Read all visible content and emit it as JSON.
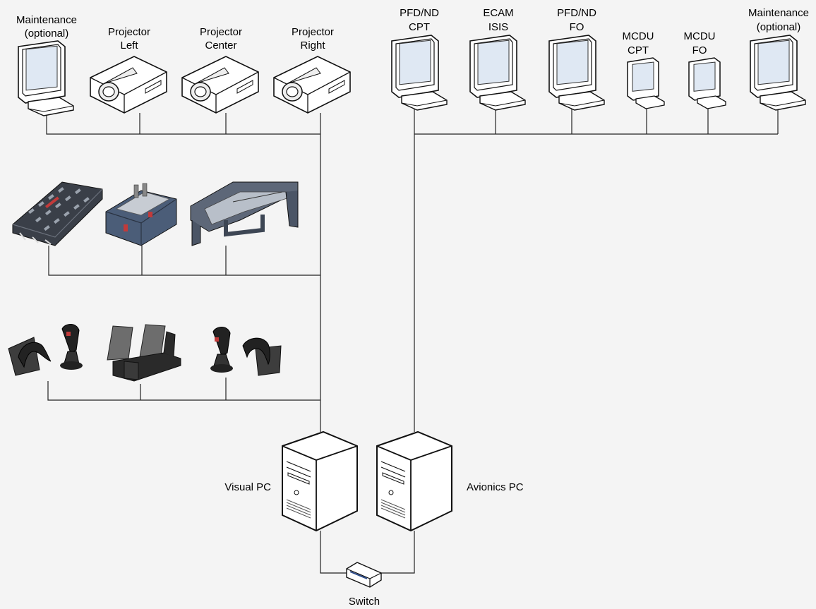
{
  "labels": {
    "maintenance_left": [
      "Maintenance",
      "(optional)"
    ],
    "projector_left": [
      "Projector",
      "Left"
    ],
    "projector_center": [
      "Projector",
      "Center"
    ],
    "projector_right": [
      "Projector",
      "Right"
    ],
    "pfd_nd_cpt": [
      "PFD/ND",
      "CPT"
    ],
    "ecam_isis": [
      "ECAM",
      "ISIS"
    ],
    "pfd_nd_fo": [
      "PFD/ND",
      "FO"
    ],
    "mcdu_cpt": [
      "MCDU",
      "CPT"
    ],
    "mcdu_fo": [
      "MCDU",
      "FO"
    ],
    "maintenance_right": [
      "Maintenance",
      "(optional)"
    ],
    "visual_pc": "Visual PC",
    "avionics_pc": "Avionics PC",
    "switch": "Switch"
  },
  "icons": {
    "monitor": "monitor-icon",
    "projector": "projector-icon",
    "overhead_panel": "overhead-panel-icon",
    "pedestal": "pedestal-icon",
    "glareshield": "glareshield-icon",
    "sidestick": "sidestick-icon",
    "rudder_pedals": "rudder-pedals-icon",
    "tower_pc": "tower-pc-icon",
    "network_switch": "network-switch-icon"
  },
  "colors": {
    "background": "#f4f4f4",
    "wire": "#222222",
    "device_fill": "#ffffff",
    "screen_fill": "#dfe8f3",
    "hardware_dark": "#3d4654",
    "hardware_blue": "#4b5d78"
  }
}
